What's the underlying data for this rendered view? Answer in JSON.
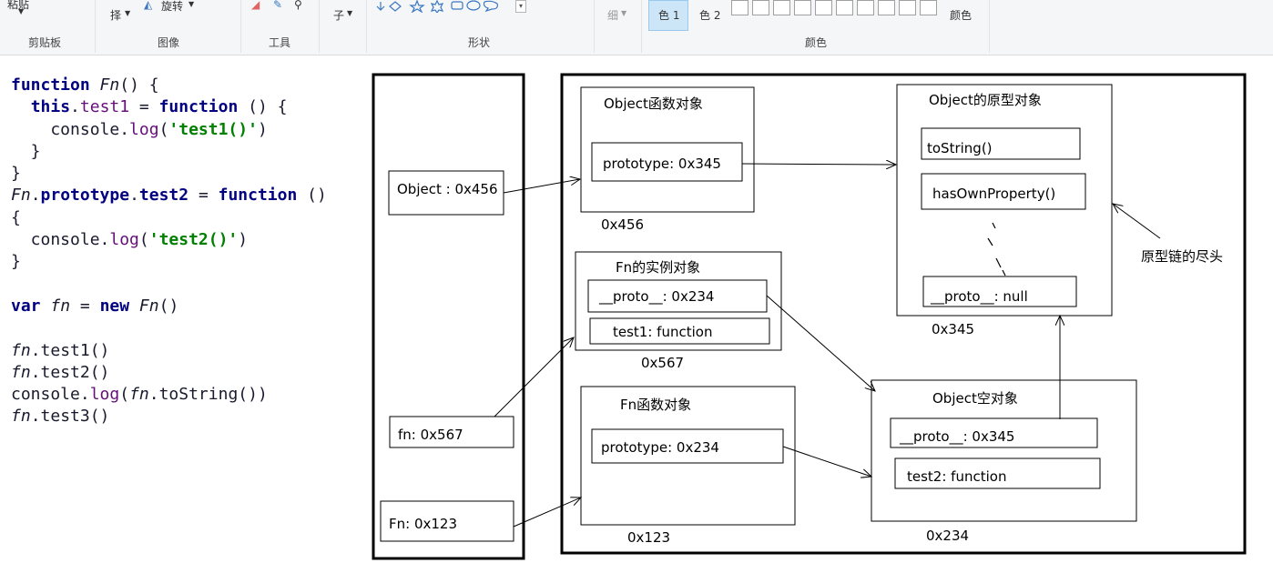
{
  "toolbar": {
    "clipboard": {
      "paste": "粘贴",
      "group": "剪贴板"
    },
    "image": {
      "select": "择",
      "rotate": "旋转",
      "group": "图像"
    },
    "tools": {
      "group": "工具"
    },
    "brushes": {
      "label": "子"
    },
    "shapes": {
      "group": "形状"
    },
    "size": {
      "label": "细"
    },
    "colors": {
      "color1": "色 1",
      "color2": "色 2",
      "edit": "颜色",
      "group": "颜色"
    }
  },
  "code_lines": [
    [
      {
        "t": "function",
        "c": "kw"
      },
      {
        "t": " "
      },
      {
        "t": "Fn",
        "c": "it"
      },
      {
        "t": "() {"
      }
    ],
    [
      {
        "t": "  "
      },
      {
        "t": "this",
        "c": "kw"
      },
      {
        "t": "."
      },
      {
        "t": "test1",
        "c": "pl"
      },
      {
        "t": " = "
      },
      {
        "t": "function",
        "c": "kw"
      },
      {
        "t": " () {"
      }
    ],
    [
      {
        "t": "    console."
      },
      {
        "t": "log",
        "c": "pl"
      },
      {
        "t": "("
      },
      {
        "t": "'test1()'",
        "c": "str"
      },
      {
        "t": ")"
      }
    ],
    [
      {
        "t": "  }"
      }
    ],
    [
      {
        "t": "}"
      }
    ],
    [
      {
        "t": "Fn",
        "c": "it"
      },
      {
        "t": "."
      },
      {
        "t": "prototype",
        "c": "kw"
      },
      {
        "t": "."
      },
      {
        "t": "test2",
        "c": "kw"
      },
      {
        "t": " = "
      },
      {
        "t": "function",
        "c": "kw"
      },
      {
        "t": " ()"
      }
    ],
    [
      {
        "t": "{"
      }
    ],
    [
      {
        "t": "  console."
      },
      {
        "t": "log",
        "c": "pl"
      },
      {
        "t": "("
      },
      {
        "t": "'test2()'",
        "c": "str"
      },
      {
        "t": ")"
      }
    ],
    [
      {
        "t": "}"
      }
    ],
    [
      {
        "t": ""
      }
    ],
    [
      {
        "t": "var",
        "c": "kw"
      },
      {
        "t": " "
      },
      {
        "t": "fn",
        "c": "it"
      },
      {
        "t": " = "
      },
      {
        "t": "new",
        "c": "kw"
      },
      {
        "t": " "
      },
      {
        "t": "Fn",
        "c": "it"
      },
      {
        "t": "()"
      }
    ],
    [
      {
        "t": ""
      }
    ],
    [
      {
        "t": "fn",
        "c": "it"
      },
      {
        "t": ".test1()"
      }
    ],
    [
      {
        "t": "fn",
        "c": "it"
      },
      {
        "t": ".test2()"
      }
    ],
    [
      {
        "t": "console."
      },
      {
        "t": "log",
        "c": "pl"
      },
      {
        "t": "("
      },
      {
        "t": "fn",
        "c": "it"
      },
      {
        "t": ".toString())"
      }
    ],
    [
      {
        "t": "fn",
        "c": "it"
      },
      {
        "t": ".test3()"
      }
    ]
  ],
  "diagram": {
    "stack": {
      "object_var": "Object : 0x456",
      "fn_var": "fn: 0x567",
      "Fn_var": "Fn: 0x123"
    },
    "object_func": {
      "title": "Object函数对象",
      "prototype": "prototype: 0x345",
      "addr": "0x456"
    },
    "object_proto": {
      "title": "Object的原型对象",
      "tostring": "toString()",
      "hasown": "hasOwnProperty()",
      "proto": "__proto__: null",
      "addr": "0x345"
    },
    "fn_instance": {
      "title": "Fn的实例对象",
      "proto": "__proto__: 0x234",
      "test1": "test1: function",
      "addr": "0x567"
    },
    "fn_func": {
      "title": "Fn函数对象",
      "prototype": "prototype: 0x234",
      "addr": "0x123"
    },
    "object_empty": {
      "title": "Object空对象",
      "proto": "__proto__: 0x345",
      "test2": "test2: function",
      "addr": "0x234"
    },
    "chain_end_label": "原型链的尽头"
  }
}
